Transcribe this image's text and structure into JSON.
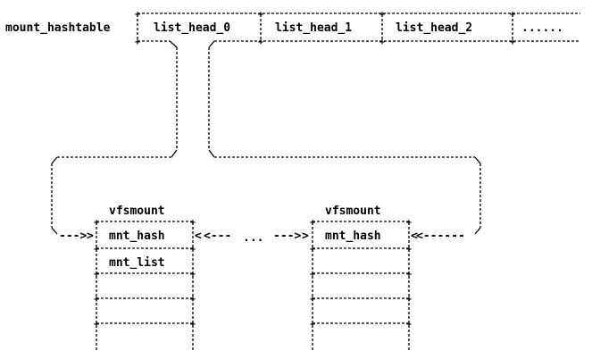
{
  "table": {
    "label": "mount_hashtable",
    "cells": [
      "list_head_0",
      "list_head_1",
      "list_head_2",
      "......"
    ]
  },
  "nodes": [
    {
      "title": "vfsmount",
      "fields": [
        "mnt_hash",
        "mnt_list",
        "",
        "",
        "",
        ""
      ]
    },
    {
      "title": "vfsmount",
      "fields": [
        "mnt_hash",
        "",
        "",
        "",
        "",
        ""
      ]
    }
  ],
  "chain": {
    "left_arrow": "<---",
    "ellipsis": "...",
    "right_arrow": "--->",
    "inbound_left": "--->",
    "inbound_right": "<------"
  }
}
